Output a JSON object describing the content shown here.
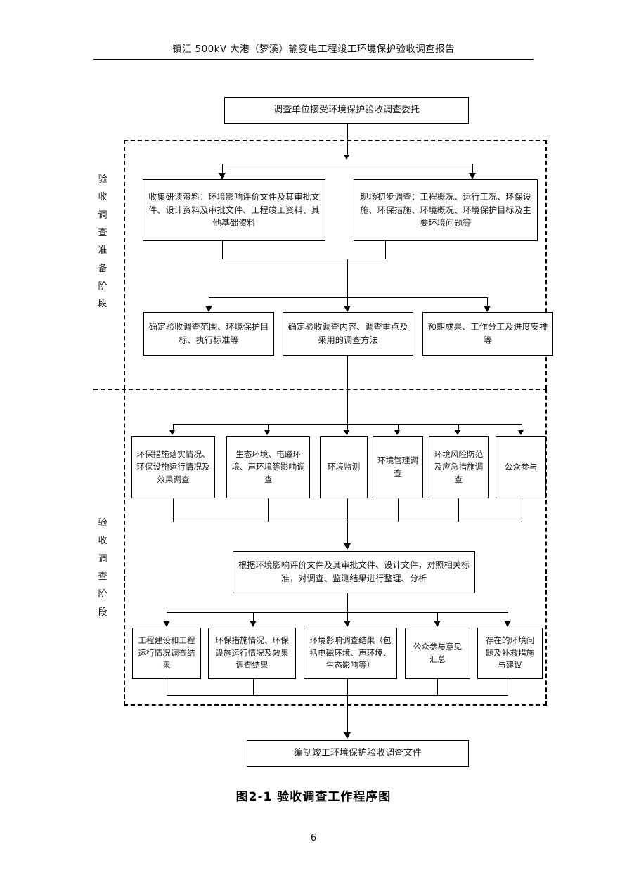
{
  "document": {
    "header_title": "镇江 500kV 大港（梦溪）输变电工程竣工环境保护验收调查报告",
    "caption": "图2-1  验收调查工作程序图",
    "page_number": "6"
  },
  "stages": {
    "preparation_label": "验收调查准备阶段",
    "preparation_label_chars": [
      "验",
      "收",
      "调",
      "查",
      "准",
      "备",
      "阶",
      "段"
    ],
    "investigation_label": "验收调查阶段",
    "investigation_label_chars": [
      "验",
      "收",
      "调",
      "查",
      "阶",
      "段"
    ]
  },
  "flow": {
    "start_box": "调查单位接受环境保护验收调查委托",
    "prep_row1": [
      "收集研读资料：环境影响评价文件及其审批文件、设计资料及审批文件、工程竣工资料、其他基础资料",
      "现场初步调查：工程概况、运行工况、环保设施、环保措施、环境概况、环境保护目标及主要环境问题等"
    ],
    "prep_row2": [
      "确定验收调查范围、环境保护目标、执行标准等",
      "确定验收调查内容、调查重点及采用的调查方法",
      "预期成果、工作分工及进度安排等"
    ],
    "survey_row": [
      "环保措施落实情况、环保设施运行情况及效果调查",
      "生态环境、电磁环境、声环境等影响调查",
      "环境监测",
      "环境管理调查",
      "环境风险防范及应急措施调查",
      "公众参与"
    ],
    "analysis_box": "根据环境影响评价文件及其审批文件、设计文件，对照相关标准，对调查、监测结果进行整理、分析",
    "result_row": [
      "工程建设和工程运行情况调查结果",
      "环保措施情况、环保设施运行情况及效果调查结果",
      "环境影响调查结果（包括电磁环境、声环境、生态影响等）",
      "公众参与意见汇总",
      "存在的环境问题及补救措施与建议"
    ],
    "end_box": "编制竣工环境保护验收调查文件"
  }
}
